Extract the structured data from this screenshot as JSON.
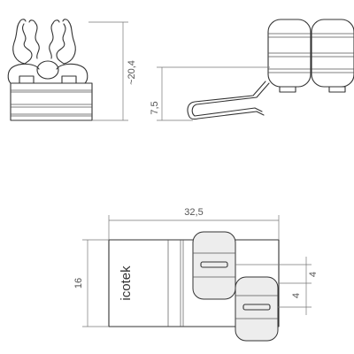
{
  "dimensions": {
    "height_front": "~20,4",
    "height_side": "7,5",
    "length_top": "32,5",
    "width_top": "16",
    "offset_upper": "4",
    "offset_lower": "4"
  },
  "brand": {
    "logo_text": "icotek"
  }
}
